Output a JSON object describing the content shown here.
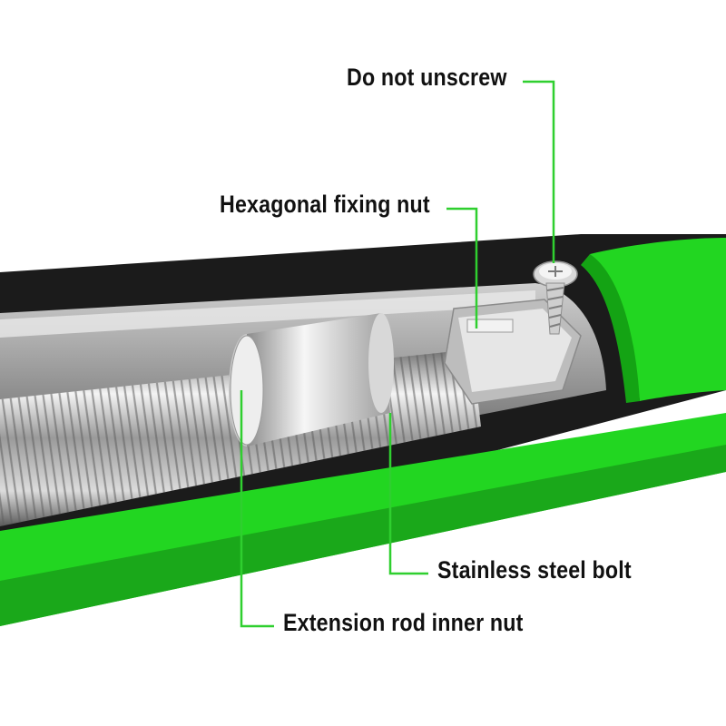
{
  "callouts": {
    "do_not_unscrew": "Do not unscrew",
    "hexagonal_nut": "Hexagonal fixing nut",
    "steel_bolt": "Stainless steel bolt",
    "inner_nut": "Extension rod inner nut"
  },
  "colors": {
    "accent_green": "#22d621",
    "leader_line": "#2fcf2f",
    "foam_black": "#1b1b1b",
    "label_text": "#111111"
  }
}
